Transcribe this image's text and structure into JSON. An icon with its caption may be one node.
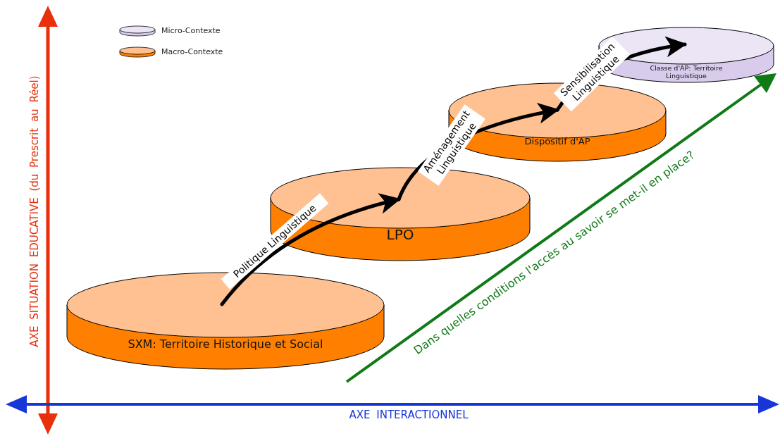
{
  "diagram": {
    "nodes": [
      {
        "text": [
          "SXM: Territoire Historique et Social"
        ]
      },
      {
        "text": [
          "LPO"
        ]
      },
      {
        "text": [
          "Dispositif d'AP"
        ]
      },
      {
        "text": [
          "Classe d'AP: Territoire Linguistique"
        ]
      }
    ],
    "edges": [
      {
        "from": 0,
        "to": 1,
        "arrow": "to",
        "label": "Politique Linguistique"
      },
      {
        "from": 1,
        "to": 2,
        "arrow": "to",
        "label": "Aménagement Linguistique"
      },
      {
        "from": 2,
        "to": 3,
        "arrow": "to",
        "label": "Sensibilisation Linguistique"
      }
    ],
    "labels": [
      "AXE SITUATION EDUCATIVE (du Prescrit au Réel)",
      "Dans quelles conditions l'accès au savoir se met-il en place?",
      "AXE INTERACTIONNEL"
    ],
    "legend": [
      {
        "text": "Micro-Contexte",
        "color": "#ebe5f5"
      },
      {
        "text": "Macro-Contexte",
        "color": "#ffc092"
      }
    ]
  }
}
